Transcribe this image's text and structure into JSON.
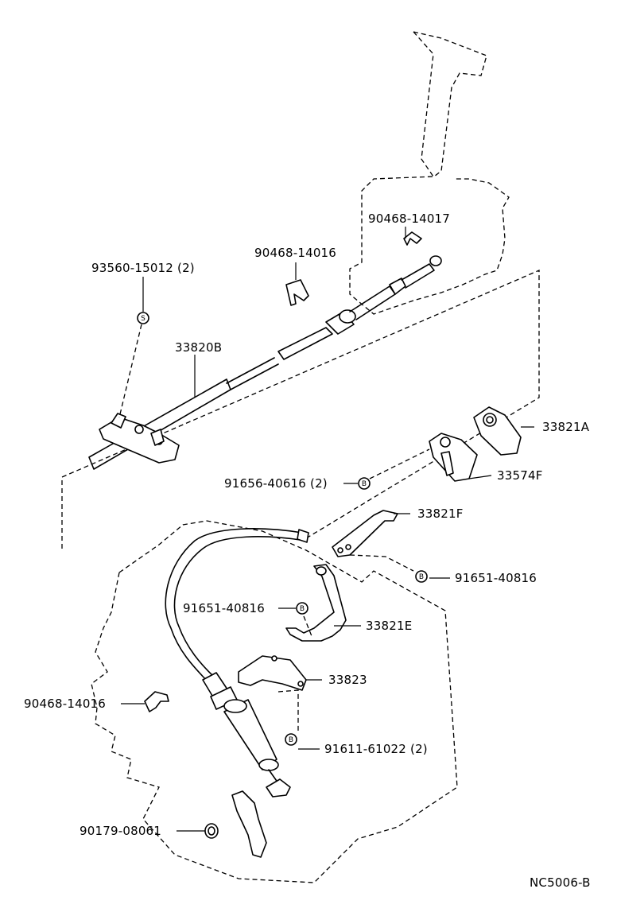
{
  "parts": {
    "p90468_14017": "90468-14017",
    "p90468_14016_top": "90468-14016",
    "p93560_15012": "93560-15012 (2)",
    "p33820B": "33820B",
    "p33821A": "33821A",
    "p33574F": "33574F",
    "p91656_40616": "91656-40616 (2)",
    "p33821F": "33821F",
    "p91651_40816_right": "91651-40816",
    "p91651_40816_left": "91651-40816",
    "p33821E": "33821E",
    "p33823": "33823",
    "p90468_14016_left": "90468-14016",
    "p91611_61022": "91611-61022 (2)",
    "p90179_08061": "90179-08061"
  },
  "badges": {
    "s": "S",
    "b": "B"
  },
  "diagram_code": "NC5006-B"
}
